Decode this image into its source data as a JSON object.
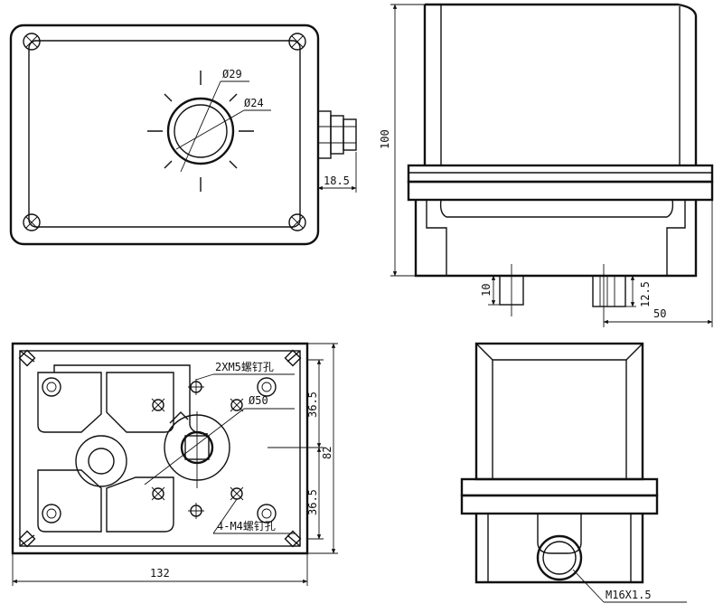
{
  "top_view": {
    "dim_d29": "Ø29",
    "dim_d24": "Ø24",
    "dim_gland": "18.5"
  },
  "side_view": {
    "dim_height": "100",
    "dim_shaft_left": "10",
    "dim_shaft_right": "12.5",
    "dim_offset": "50"
  },
  "bottom_view": {
    "note_m5": "2XM5螺钉孔",
    "note_m4": "4-M4螺钉孔",
    "dim_pcd": "Ø50",
    "dim_upper": "36.5",
    "dim_lower": "36.5",
    "dim_width": "82",
    "dim_length": "132"
  },
  "end_view": {
    "thread": "M16X1.5"
  }
}
